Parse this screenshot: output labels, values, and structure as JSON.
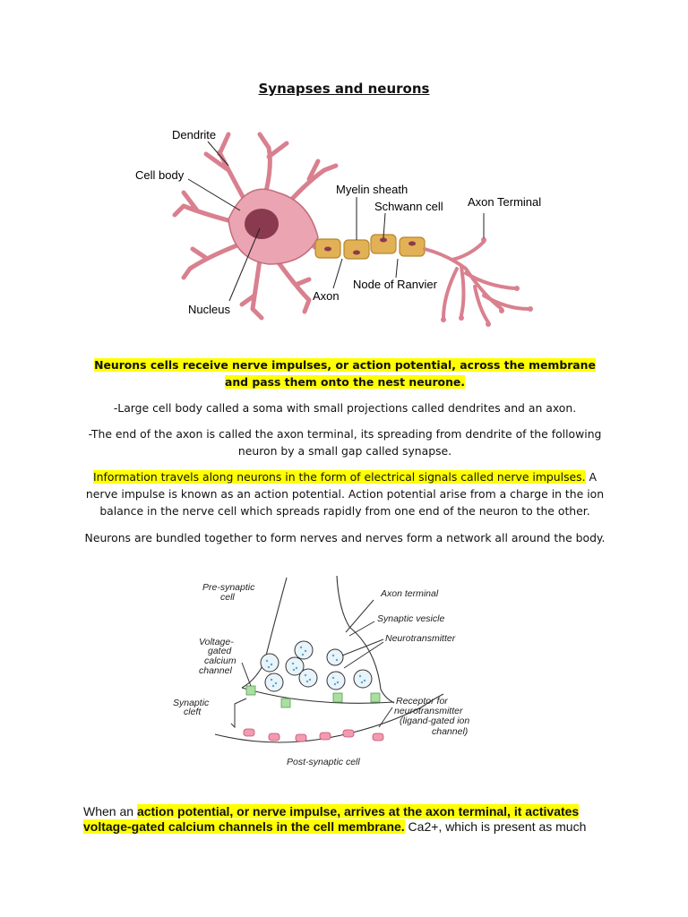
{
  "title": "Synapses and neurons",
  "neuron_labels": {
    "dendrite": "Dendrite",
    "cell_body": "Cell body",
    "nucleus": "Nucleus",
    "myelin_sheath": "Myelin sheath",
    "schwann_cell": "Schwann cell",
    "axon_terminal": "Axon Terminal",
    "axon": "Axon",
    "node_of_ranvier": "Node of Ranvier"
  },
  "paragraphs": {
    "p1": "Neurons cells receive nerve impulses, or action potential, across the membrane and pass them onto the nest neurone.",
    "p2": "-Large cell body called a soma with small projections called dendrites and an axon.",
    "p3": "-The end of the axon is called the axon terminal, its spreading from dendrite of the following neuron by a small gap called synapse.",
    "p4_highlight": "Information travels along neurons in the form of electrical signals called nerve impulses.",
    "p4_rest": " A nerve impulse is known as an action potential. Action potential arise from a charge in the ion balance in the nerve cell which spreads rapidly from one end of the neuron to the other.",
    "p5": "Neurons are bundled together to form nerves and nerves form a network all around the body."
  },
  "synapse_labels": {
    "pre_synaptic_1": "Pre-synaptic",
    "pre_synaptic_2": "cell",
    "axon_terminal": "Axon terminal",
    "synaptic_vesicle": "Synaptic vesicle",
    "neurotransmitter": "Neurotransmitter",
    "vg_1": "Voltage-",
    "vg_2": "gated",
    "vg_3": "calcium",
    "vg_4": "channel",
    "cleft_1": "Synaptic",
    "cleft_2": "cleft",
    "receptor_1": "Receptor for",
    "receptor_2": "neurotransmitter",
    "receptor_3": "(ligand-gated ion",
    "receptor_4": "channel)",
    "post_synaptic": "Post-synaptic cell"
  },
  "last_paragraph": {
    "lead": "When an ",
    "highlight": "action potential, or nerve impulse, arrives at the axon terminal, it activates voltage-gated calcium channels in the cell membrane.",
    "rest": " Ca2+, which is present as much"
  },
  "colors": {
    "highlight": "#ffff00",
    "neuron": "#e7a1ad",
    "nucleus": "#8a3a4e",
    "myelin": "#e2b055"
  }
}
